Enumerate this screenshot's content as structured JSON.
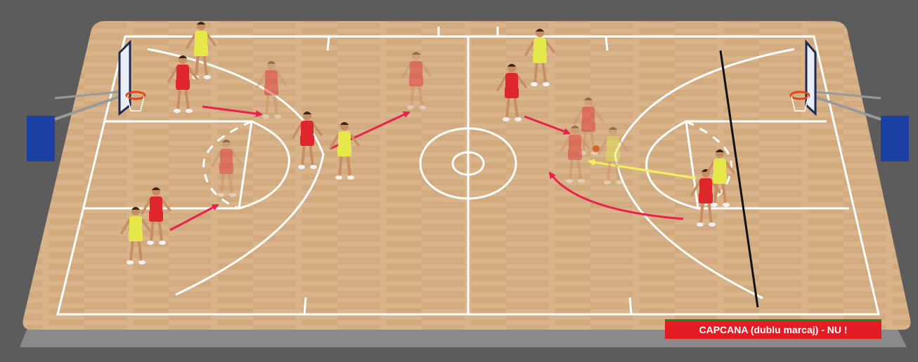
{
  "diagram": {
    "caption": "CAPCANA (dublu marcaj) - NU !",
    "colors": {
      "background": "#5c5c5c",
      "floor": "#d9b48a",
      "floor_plank": "#c99f72",
      "lines": "#ffffff",
      "team_red": "#e0262d",
      "team_yellow": "#e6e84a",
      "arrow_red": "#e8214f",
      "arrow_yellow": "#f3f05a",
      "trap_line": "#111111",
      "stanchion": "#1c3fa6",
      "caption_bg": "#e31b23",
      "caption_border": "#0f8f2e"
    },
    "players": [
      {
        "team": "yellow",
        "state": "solid"
      },
      {
        "team": "red",
        "state": "solid"
      },
      {
        "team": "red",
        "state": "ghost"
      },
      {
        "team": "red",
        "state": "ghost"
      },
      {
        "team": "red",
        "state": "solid"
      },
      {
        "team": "yellow",
        "state": "solid"
      },
      {
        "team": "red",
        "state": "ghost"
      },
      {
        "team": "red",
        "state": "solid"
      },
      {
        "team": "yellow",
        "state": "solid"
      },
      {
        "team": "yellow",
        "state": "solid"
      },
      {
        "team": "red",
        "state": "solid"
      },
      {
        "team": "red",
        "state": "ghost"
      },
      {
        "team": "red",
        "state": "ghost"
      },
      {
        "team": "yellow",
        "state": "ghost"
      },
      {
        "team": "red",
        "state": "solid"
      },
      {
        "team": "yellow",
        "state": "solid"
      }
    ]
  }
}
